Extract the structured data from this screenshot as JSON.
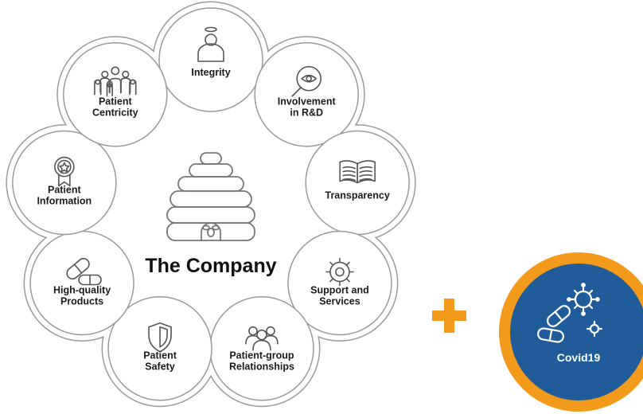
{
  "diagram": {
    "center": {
      "title": "The Company",
      "icon": "beehive-icon"
    },
    "nodes": [
      {
        "id": "integrity",
        "icon": "person-halo-icon",
        "lines": [
          "Integrity"
        ]
      },
      {
        "id": "involvement",
        "icon": "magnifier-eye-icon",
        "lines": [
          "Involvement",
          "in R&D"
        ]
      },
      {
        "id": "transparency",
        "icon": "open-book-icon",
        "lines": [
          "Transparency"
        ]
      },
      {
        "id": "support",
        "icon": "gear-icon",
        "lines": [
          "Support and",
          "Services"
        ]
      },
      {
        "id": "relationships",
        "icon": "people-group-icon",
        "lines": [
          "Patient-group",
          "Relationships"
        ]
      },
      {
        "id": "safety",
        "icon": "shield-icon",
        "lines": [
          "Patient",
          "Safety"
        ]
      },
      {
        "id": "products",
        "icon": "capsule-icon",
        "lines": [
          "High-quality",
          "Products"
        ]
      },
      {
        "id": "information",
        "icon": "award-badge-icon",
        "lines": [
          "Patient",
          "Information"
        ]
      },
      {
        "id": "centricity",
        "icon": "family-group-icon",
        "lines": [
          "Patient",
          "Centricity"
        ]
      }
    ],
    "plus": {
      "icon": "plus-icon",
      "color": "#f39a1b"
    },
    "badge": {
      "label": "Covid19",
      "icon": "pills-virus-icon",
      "ring_color": "#f39a1b",
      "fill_color": "#1f5c99"
    }
  }
}
